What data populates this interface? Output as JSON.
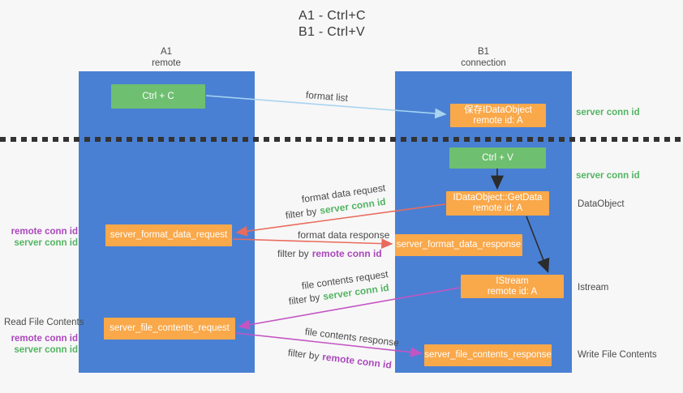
{
  "title": {
    "line1": "A1 - Ctrl+C",
    "line2": "B1 - Ctrl+V"
  },
  "lanes": {
    "a1": {
      "name": "A1",
      "subtitle": "remote"
    },
    "b1": {
      "name": "B1",
      "subtitle": "connection"
    }
  },
  "nodes": {
    "ctrl_c": {
      "label": "Ctrl + C"
    },
    "save_idataobject": {
      "line1": "保存IDataObject",
      "line2": "remote id: A"
    },
    "ctrl_v": {
      "label": "Ctrl + V"
    },
    "getdata": {
      "line1": "IDataObject::GetData",
      "line2": "remote id: A"
    },
    "format_request": {
      "label": "server_format_data_request"
    },
    "format_response": {
      "label": "server_format_data_response"
    },
    "istream": {
      "line1": "IStream",
      "line2": "remote id: A"
    },
    "file_request": {
      "label": "server_file_contents_request"
    },
    "file_response": {
      "label": "server_file_contents_response"
    }
  },
  "edge_labels": {
    "format_list": "format list",
    "format_data_request": "format data request",
    "format_data_response": "format data response",
    "file_contents_request": "file contents request",
    "file_contents_response": "file contents response",
    "filter_by": "filter by",
    "server_conn_id": "server conn id",
    "remote_conn_id": "remote conn id"
  },
  "side_labels": {
    "server_conn_id_top": "server conn id",
    "server_conn_id_mid": "server conn id",
    "dataobject": "DataObject",
    "istream": "Istream",
    "write_file_contents": "Write File Contents",
    "read_file_contents": "Read File Contents",
    "remote_conn_id": "remote conn id",
    "server_conn_id": "server conn id"
  },
  "colors": {
    "lane_blue": "#4a80d3",
    "node_green": "#6ebf70",
    "node_orange": "#f9a84a",
    "server_conn_green": "#53b463",
    "remote_conn_purple": "#ab47bc",
    "arrow_light_blue": "#a8d4f0",
    "arrow_red": "#e96b5d",
    "arrow_magenta": "#c355c3",
    "arrow_black": "#2b2b2b",
    "background": "#f7f7f7"
  }
}
